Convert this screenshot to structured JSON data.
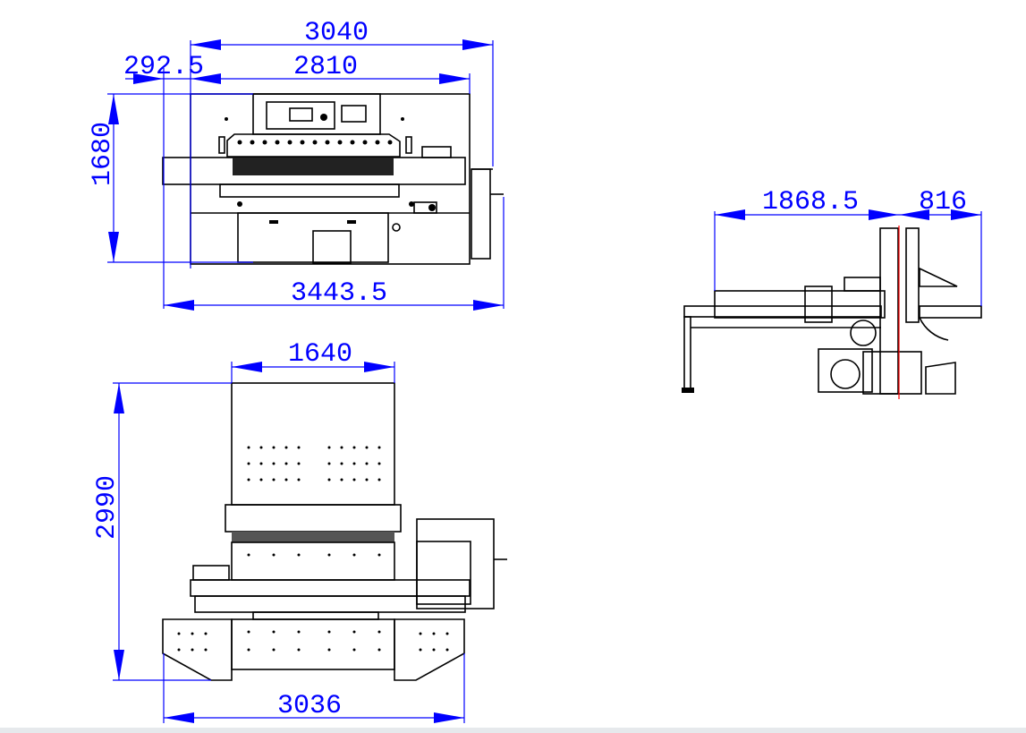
{
  "drawing": {
    "front_view": {
      "dimensions": {
        "overall_width": "3040",
        "table_width": "2810",
        "offset": "292.5",
        "height": "1680",
        "total_width": "3443.5"
      }
    },
    "top_view": {
      "dimensions": {
        "table_width": "1640",
        "depth": "2990",
        "base_width": "3036"
      }
    },
    "side_view": {
      "dimensions": {
        "rear_length": "1868.5",
        "front_length": "816"
      }
    },
    "colors": {
      "dimension": "#0000ff",
      "outline": "#000000",
      "centerline": "#ff0000"
    }
  }
}
